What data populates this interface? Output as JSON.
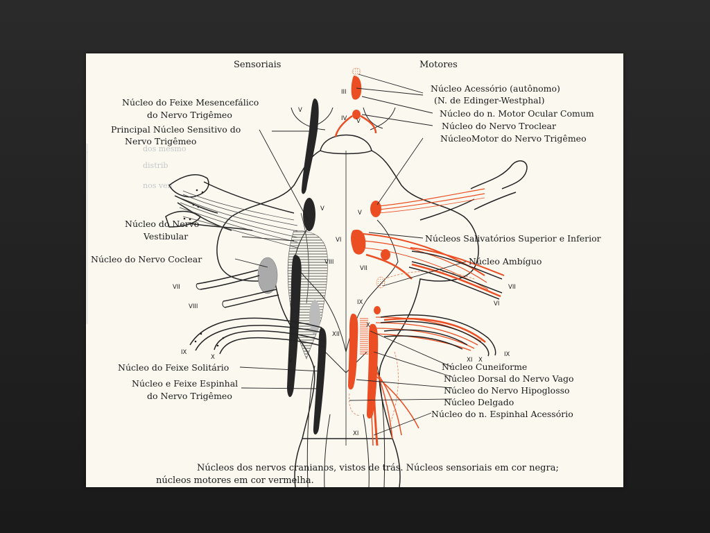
{
  "headers": {
    "sensory": "Sensoriais",
    "motor": "Motores"
  },
  "labels_left": [
    "Núcleo do Feixe Mesencefálico",
    "do Nervo Trigêmeo",
    "Principal Núcleo Sensitivo do",
    "Nervo Trigêmeo",
    "Núcleo do Nervo",
    "Vestibular",
    "Núcleo do Nervo Coclear",
    "Núcleo do Feixe Solitário",
    "Núcleo e Feixe Espinhal",
    "do Nervo Trigêmeo"
  ],
  "labels_right": [
    "Núcleo Acessório (autônomo)",
    "(N. de Edinger-Westphal)",
    "Núcleo do n. Motor Ocular Comum",
    "Núcleo do Nervo Troclear",
    "NúcleoMotor do Nervo Trigêmeo",
    "Núcleos Salivatórios Superior e Inferior",
    "Núcleo Ambíguo",
    "Núcleo Cuneiforme",
    "Núcleo Dorsal do Nervo Vago",
    "Núcleo do Nervo Hipoglosso",
    "Núcleo Delgado",
    "Núcleo do n. Espinhal Acessório"
  ],
  "nerve_numbers": [
    "III",
    "IV",
    "V",
    "V",
    "V",
    "V",
    "V",
    "VI",
    "VI",
    "VII",
    "VII",
    "VII",
    "VIII",
    "VIII",
    "IX",
    "IX",
    "IX",
    "X",
    "X",
    "X",
    "XI",
    "XI",
    "XII"
  ],
  "caption": {
    "line1": "Núcleos dos nervos cranianos, vistos de trás. Núcleos sensoriais em cor negra;",
    "line2": "núcleos motores em cor vermelha."
  },
  "colors": {
    "motor": "#ea4e22",
    "sensory": "#262626",
    "background": "#000000",
    "page": "#fbf8f0"
  }
}
